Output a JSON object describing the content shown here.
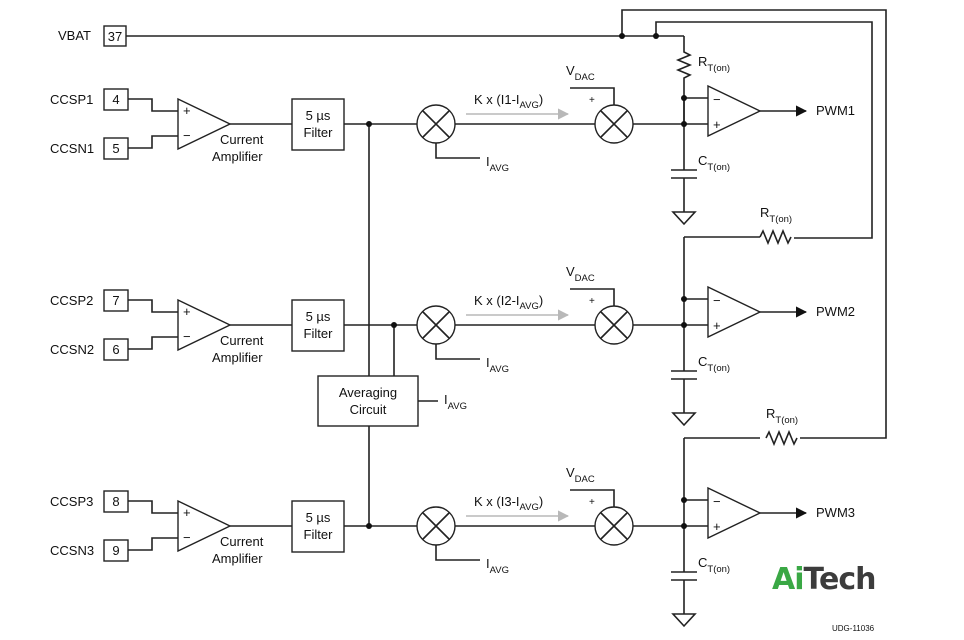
{
  "vbat": {
    "label": "VBAT",
    "pin": "37"
  },
  "channels": [
    {
      "pos_label": "CCSP1",
      "pos_pin": "4",
      "neg_label": "CCSN1",
      "neg_pin": "5",
      "diff_prefix": "K x (I1-I",
      "pwm": "PWM1"
    },
    {
      "pos_label": "CCSP2",
      "pos_pin": "7",
      "neg_label": "CCSN2",
      "neg_pin": "6",
      "diff_prefix": "K x (I2-I",
      "pwm": "PWM2"
    },
    {
      "pos_label": "CCSP3",
      "pos_pin": "8",
      "neg_label": "CCSN3",
      "neg_pin": "9",
      "diff_prefix": "K x (I3-I",
      "pwm": "PWM3"
    }
  ],
  "amp": {
    "line1": "Current",
    "line2": "Amplifier"
  },
  "filter": {
    "line1": "5 µs",
    "line2": "Filter"
  },
  "averaging": {
    "line1": "Averaging",
    "line2": "Circuit"
  },
  "iavg": {
    "main": "I",
    "sub": "AVG"
  },
  "vdac": {
    "main": "V",
    "sub": "DAC"
  },
  "rt": {
    "main": "R",
    "sub": "T(on)"
  },
  "ct": {
    "main": "C",
    "sub": "T(on)"
  },
  "close_paren": ")",
  "plus": "+",
  "minus": "−",
  "logo": {
    "part1": "Ai",
    "part2": "Tech"
  },
  "doc_id": "UDG-11036"
}
